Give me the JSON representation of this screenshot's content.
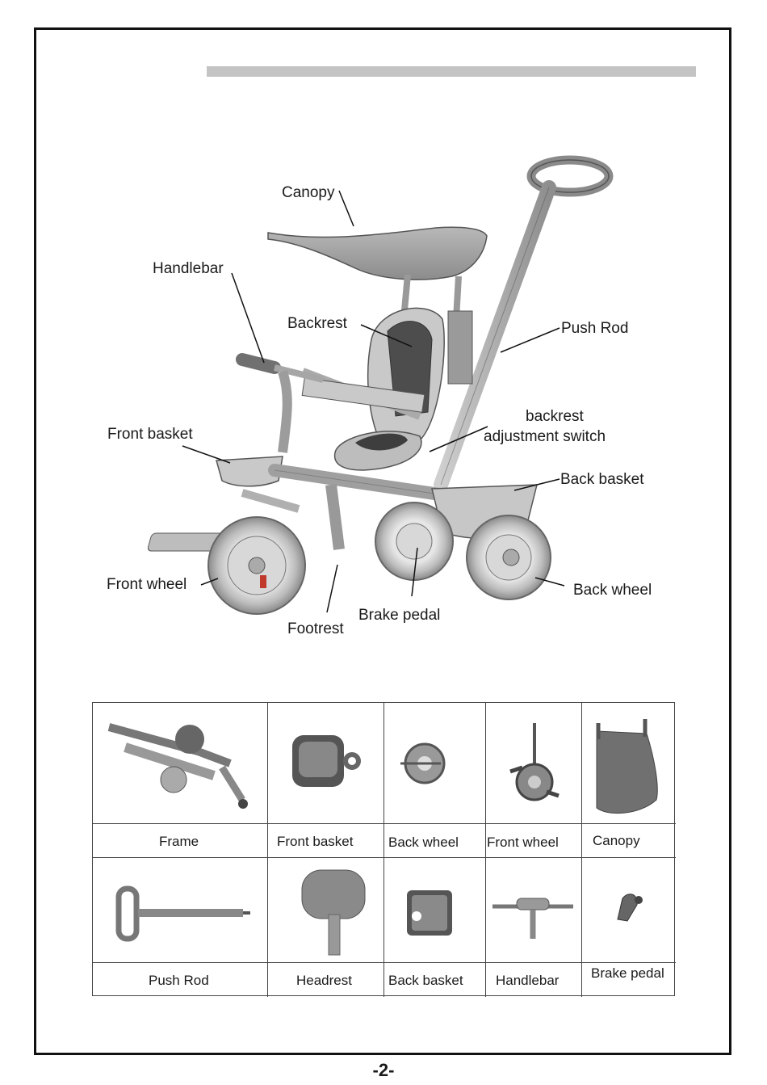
{
  "diagram": {
    "labels": {
      "canopy": "Canopy",
      "handlebar": "Handlebar",
      "backrest": "Backrest",
      "push_rod": "Push Rod",
      "front_basket": "Front basket",
      "backrest_switch_line1": "backrest",
      "backrest_switch_line2": "adjustment switch",
      "back_basket": "Back basket",
      "front_wheel": "Front wheel",
      "back_wheel": "Back wheel",
      "brake_pedal": "Brake pedal",
      "footrest": "Footrest"
    }
  },
  "parts": {
    "row1": [
      "Frame",
      "Front basket",
      "Back wheel",
      "Front wheel",
      "Canopy"
    ],
    "row2": [
      "Push Rod",
      "Headrest",
      "Back basket",
      "Handlebar",
      "Brake pedal"
    ]
  },
  "page_number": "-2-",
  "colors": {
    "line": "#111111",
    "part_gray": "#9a9a9a",
    "part_dark": "#555555",
    "title_bar": "#c4c4c4"
  }
}
